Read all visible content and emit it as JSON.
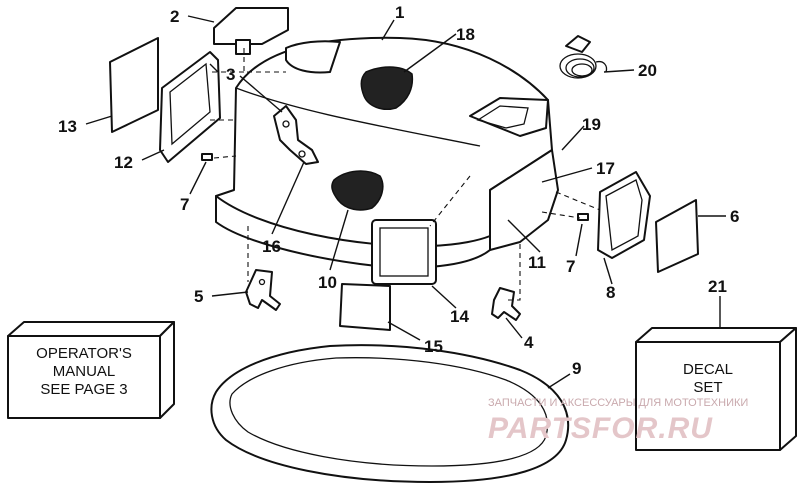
{
  "callouts": {
    "n1": "1",
    "n2": "2",
    "n3": "3",
    "n4": "4",
    "n5": "5",
    "n6": "6",
    "n7a": "7",
    "n7b": "7",
    "n8": "8",
    "n9": "9",
    "n10": "10",
    "n11": "11",
    "n12": "12",
    "n13": "13",
    "n14": "14",
    "n15": "15",
    "n16": "16",
    "n17": "17",
    "n18": "18",
    "n19": "19",
    "n20": "20",
    "n21": "21"
  },
  "operator_box": {
    "line1": "OPERATOR'S",
    "line2": "MANUAL",
    "line3": "SEE PAGE 3"
  },
  "decal_box": {
    "line1": "DECAL",
    "line2": "SET"
  },
  "watermark": {
    "tagline": "ЗАПЧАСТИ И АКСЕССУАРЫ ДЛЯ МОТОТЕХНИКИ",
    "brand": "PARTSFOR.RU"
  }
}
